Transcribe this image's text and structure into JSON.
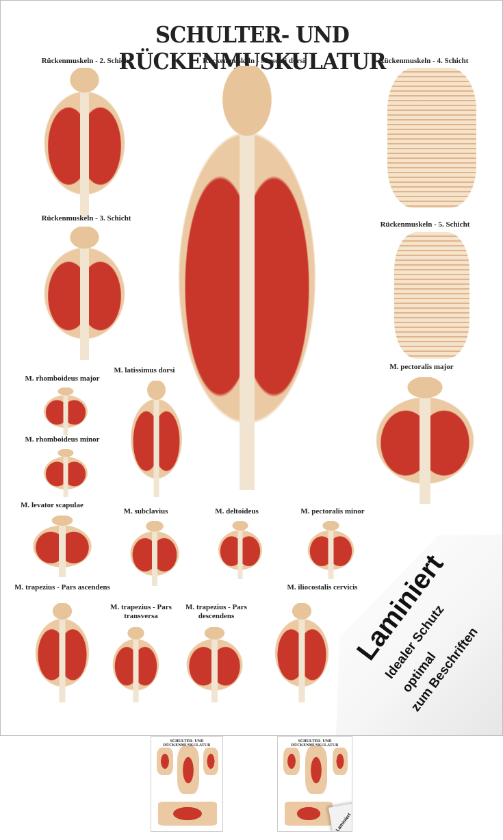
{
  "poster": {
    "title": "SCHULTER- UND RÜCKENMUSKULATUR",
    "sections": [
      "Rückenmuskeln - 2. Schicht",
      "Rückenmuskeln - Musculi dorsi",
      "Rückenmuskeln - 4. Schicht",
      "Rückenmuskeln - 3. Schicht",
      "Rückenmuskeln - 5. Schicht",
      "M. rhomboideus major",
      "M. latissimus dorsi",
      "M. pectoralis major",
      "M. rhomboideus minor",
      "M. levator scapulae",
      "M. subclavius",
      "M. deltoideus",
      "M. pectoralis minor",
      "M. trapezius - Pars ascendens",
      "M. trapezius - Pars transversa",
      "M. trapezius - Pars descendens",
      "M. iliocostalis cervicis"
    ]
  },
  "overlay": {
    "main": "Laminiert",
    "line1": "Idealer Schutz",
    "line2": "optimal",
    "line3": "zum Beschriften"
  },
  "thumbnails": [
    {
      "title": "SCHULTER- UND RÜCKENMUSKULATUR"
    },
    {
      "title": "SCHULTER- UND RÜCKENMUSKULATUR",
      "badge": "Laminiert"
    }
  ]
}
